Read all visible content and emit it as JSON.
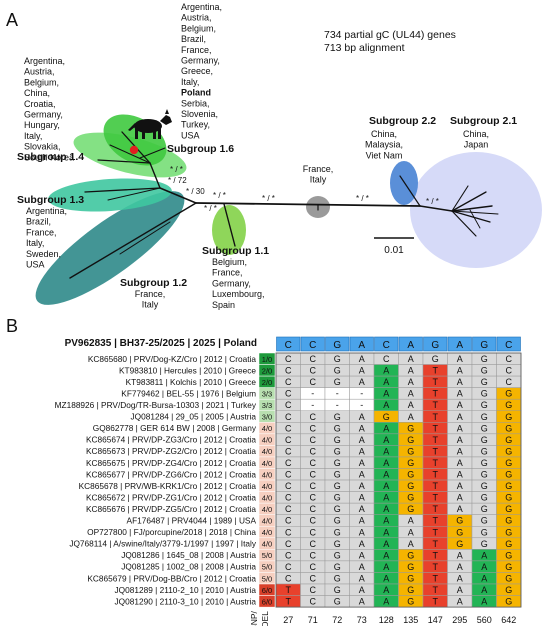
{
  "panel_a": {
    "label": "A",
    "info": [
      "734 partial gC (UL44) genes",
      "713 bp alignment"
    ],
    "scale_label": "0.01",
    "countries": {
      "g16": [
        "Argentina,",
        "Austria,",
        "Belgium,",
        "Brazil,",
        "France,",
        "Germany,",
        "Greece,",
        "Italy,",
        "Poland",
        "Serbia,",
        "Slovenia,",
        "Turkey,",
        "USA"
      ],
      "g14": [
        "Argentina,",
        "Austria,",
        "Belgium,",
        "China,",
        "Croatia,",
        "Germany,",
        "Hungary,",
        "Italy,",
        "Slovakia,",
        "South Korea"
      ],
      "g13": [
        "Argentina,",
        "Brazil,",
        "France,",
        "Italy,",
        "Sweden,",
        "USA"
      ],
      "g12": [
        "France,",
        "Italy"
      ],
      "g11": [
        "Belgium,",
        "France,",
        "Germany,",
        "Luxembourg,",
        "Spain"
      ],
      "gfi": [
        "France,",
        "Italy"
      ],
      "g22": [
        "China,",
        "Malaysia,",
        "Viet Nam"
      ],
      "g21": [
        "China,",
        "Japan"
      ]
    },
    "subgroups": {
      "g16": "Subgroup 1.6",
      "g14": "Subgroup 1.4",
      "g13": "Subgroup 1.3",
      "g12": "Subgroup 1.2",
      "g11": "Subgroup 1.1",
      "g22": "Subgroup 2.2",
      "g21": "Subgroup 2.1"
    },
    "support": {
      "s72": "* / 72",
      "s30": "* / 30",
      "s1": "* / *",
      "s2": "* / *",
      "s3": "* / *",
      "s4": "* / *",
      "s5": "* / *",
      "s6": "* / *"
    },
    "colors": {
      "g16": "#3fc93f",
      "g14": "#6fdc6f",
      "g13": "#3fc6a0",
      "g12": "#2f8a8a",
      "g11": "#8fd65a",
      "gfi": "#9a9a9a",
      "g22": "#5a8fd8",
      "g21": "#b4bbf2",
      "red_dot": "#e02020"
    }
  },
  "panel_b": {
    "label": "B",
    "ref_name": "PV962835 | BH37-25/2025 | 2025 | Poland",
    "ref_bases": [
      "C",
      "C",
      "G",
      "A",
      "C",
      "A",
      "G",
      "A",
      "G",
      "C"
    ],
    "positions": [
      "27",
      "71",
      "72",
      "73",
      "128",
      "135",
      "147",
      "295",
      "560",
      "642"
    ],
    "count_header": [
      "n SNP/",
      "n DEL"
    ],
    "rows": [
      {
        "name": "KC865680 | PRV/Dog-KZ/Cro | 2012 | Croatia",
        "count": "1/0",
        "bases": [
          "C",
          "C",
          "G",
          "A",
          "C",
          "A",
          "G",
          "A",
          "G",
          "C"
        ]
      },
      {
        "name": "KT983810 | Hercules | 2010 | Greece",
        "count": "2/0",
        "bases": [
          "C",
          "C",
          "G",
          "A",
          "A",
          "A",
          "T",
          "A",
          "G",
          "C"
        ]
      },
      {
        "name": "KT983811 | Kolchis | 2010 | Greece",
        "count": "2/0",
        "bases": [
          "C",
          "C",
          "G",
          "A",
          "A",
          "A",
          "T",
          "A",
          "G",
          "C"
        ]
      },
      {
        "name": "KF779462 | BEL-55 | 1976 | Belgium",
        "count": "3/3",
        "bases": [
          "C",
          "-",
          "-",
          "-",
          "A",
          "A",
          "T",
          "A",
          "G",
          "G"
        ]
      },
      {
        "name": "MZ188926 | PRV/Dog/TR-Bursa-10303 | 2021 | Turkey",
        "count": "3/3",
        "bases": [
          "C",
          "-",
          "-",
          "-",
          "A",
          "A",
          "T",
          "A",
          "G",
          "G"
        ]
      },
      {
        "name": "JQ081284 | 29_05 | 2005 | Austria",
        "count": "3/0",
        "bases": [
          "C",
          "C",
          "G",
          "A",
          "G",
          "A",
          "T",
          "A",
          "G",
          "G"
        ]
      },
      {
        "name": "GQ862778 | GER 614 BW | 2008 | Germany",
        "count": "4/0",
        "bases": [
          "C",
          "C",
          "G",
          "A",
          "A",
          "G",
          "T",
          "A",
          "G",
          "G"
        ]
      },
      {
        "name": "KC865674 | PRV/DP-ZG3/Cro | 2012 | Croatia",
        "count": "4/0",
        "bases": [
          "C",
          "C",
          "G",
          "A",
          "A",
          "G",
          "T",
          "A",
          "G",
          "G"
        ]
      },
      {
        "name": "KC865673 | PRV/DP-ZG2/Cro | 2012 | Croatia",
        "count": "4/0",
        "bases": [
          "C",
          "C",
          "G",
          "A",
          "A",
          "G",
          "T",
          "A",
          "G",
          "G"
        ]
      },
      {
        "name": "KC865675 | PRV/DP-ZG4/Cro | 2012 | Croatia",
        "count": "4/0",
        "bases": [
          "C",
          "C",
          "G",
          "A",
          "A",
          "G",
          "T",
          "A",
          "G",
          "G"
        ]
      },
      {
        "name": "KC865677 | PRV/DP-ZG6/Cro | 2012 | Croatia",
        "count": "4/0",
        "bases": [
          "C",
          "C",
          "G",
          "A",
          "A",
          "G",
          "T",
          "A",
          "G",
          "G"
        ]
      },
      {
        "name": "KC865678 | PRV/WB-KRK1/Cro | 2012 | Croatia",
        "count": "4/0",
        "bases": [
          "C",
          "C",
          "G",
          "A",
          "A",
          "G",
          "T",
          "A",
          "G",
          "G"
        ]
      },
      {
        "name": "KC865672 | PRV/DP-ZG1/Cro | 2012 | Croatia",
        "count": "4/0",
        "bases": [
          "C",
          "C",
          "G",
          "A",
          "A",
          "G",
          "T",
          "A",
          "G",
          "G"
        ]
      },
      {
        "name": "KC865676 | PRV/DP-ZG5/Cro | 2012 | Croatia",
        "count": "4/0",
        "bases": [
          "C",
          "C",
          "G",
          "A",
          "A",
          "G",
          "T",
          "A",
          "G",
          "G"
        ]
      },
      {
        "name": "AF176487 | PRV4044 | 1989 | USA",
        "count": "4/0",
        "bases": [
          "C",
          "C",
          "G",
          "A",
          "A",
          "A",
          "T",
          "G",
          "G",
          "G"
        ]
      },
      {
        "name": "OP727800 | FJ/porcupine/2018 | 2018 | China",
        "count": "4/0",
        "bases": [
          "C",
          "C",
          "G",
          "A",
          "A",
          "A",
          "T",
          "G",
          "G",
          "G"
        ]
      },
      {
        "name": "JQ768114 | A/swine/Italy/3779-1/1997 | 1997 | Italy",
        "count": "4/0",
        "bases": [
          "C",
          "C",
          "G",
          "A",
          "A",
          "A",
          "T",
          "G",
          "G",
          "G"
        ]
      },
      {
        "name": "JQ081286 | 1645_08 | 2008 | Austria",
        "count": "5/0",
        "bases": [
          "C",
          "C",
          "G",
          "A",
          "A",
          "G",
          "T",
          "A",
          "A",
          "G"
        ]
      },
      {
        "name": "JQ081285 | 1002_08 | 2008 | Austria",
        "count": "5/0",
        "bases": [
          "C",
          "C",
          "G",
          "A",
          "A",
          "G",
          "T",
          "A",
          "A",
          "G"
        ]
      },
      {
        "name": "KC865679 | PRV/Dog-BB/Cro | 2012 | Croatia",
        "count": "5/0",
        "bases": [
          "C",
          "C",
          "G",
          "A",
          "A",
          "G",
          "T",
          "A",
          "A",
          "G"
        ]
      },
      {
        "name": "JQ081289 | 2110-2_10 | 2010 | Austria",
        "count": "6/0",
        "bases": [
          "T",
          "C",
          "G",
          "A",
          "A",
          "G",
          "T",
          "A",
          "A",
          "G"
        ]
      },
      {
        "name": "JQ081290 | 2110-3_10 | 2010 | Austria",
        "count": "6/0",
        "bases": [
          "T",
          "C",
          "G",
          "A",
          "A",
          "G",
          "T",
          "A",
          "A",
          "G"
        ]
      }
    ],
    "colors": {
      "ref_cell": "#4aa3ea",
      "same_cell": "#d9d9d9",
      "gap_cell": "#ffffff",
      "A": "#22b455",
      "G": "#f5b400",
      "T": "#e8412c",
      "C": "#4aa3ea",
      "count_green": "#1e9a3c",
      "count_pale": "#b8dfb0",
      "count_rose": "#f6cfc0",
      "count_red": "#d9402a"
    }
  }
}
